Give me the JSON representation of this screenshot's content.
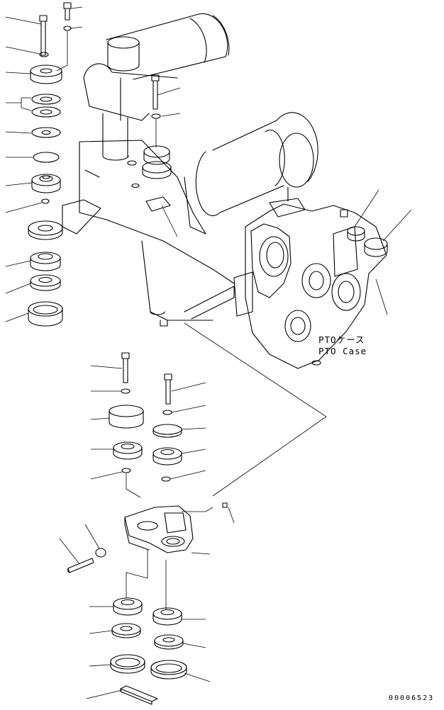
{
  "labels": {
    "pto_case_jp": "PTOケース",
    "pto_case_en": "PTO Case"
  },
  "reference_number": "00006523"
}
